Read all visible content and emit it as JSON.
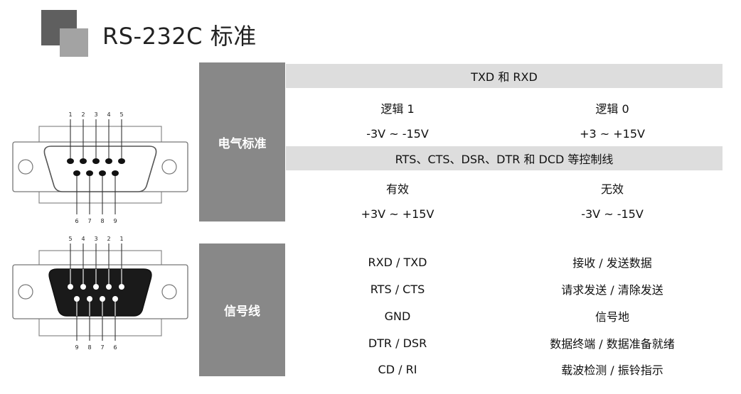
{
  "title": "RS-232C 标准",
  "connectors": {
    "male": {
      "top_pins": [
        "1",
        "2",
        "3",
        "4",
        "5"
      ],
      "bottom_pins": [
        "6",
        "7",
        "8",
        "9"
      ]
    },
    "female": {
      "top_pins": [
        "5",
        "4",
        "3",
        "2",
        "1"
      ],
      "bottom_pins": [
        "9",
        "8",
        "7",
        "6"
      ]
    }
  },
  "electrical": {
    "label": "电气标准",
    "group1": {
      "header": "TXD 和 RXD",
      "col1": {
        "state": "逻辑 1",
        "voltage": "-3V ~ -15V"
      },
      "col2": {
        "state": "逻辑 0",
        "voltage": "+3 ~ +15V"
      }
    },
    "group2": {
      "header": "RTS、CTS、DSR、DTR 和 DCD 等控制线",
      "col1": {
        "state": "有效",
        "voltage": "+3V ~ +15V"
      },
      "col2": {
        "state": "无效",
        "voltage": "-3V ~ -15V"
      }
    }
  },
  "signals": {
    "label": "信号线",
    "rows": [
      {
        "name": "RXD / TXD",
        "desc": "接收 / 发送数据"
      },
      {
        "name": "RTS / CTS",
        "desc": "请求发送 / 清除发送"
      },
      {
        "name": "GND",
        "desc": "信号地"
      },
      {
        "name": "DTR / DSR",
        "desc": "数据终端 / 数据准备就绪"
      },
      {
        "name": "CD / RI",
        "desc": "载波检测 / 振铃指示"
      }
    ]
  },
  "colors": {
    "block": "#888888",
    "band": "#dddddd",
    "logo_dark": "#5f5f5f",
    "logo_light": "#a3a3a3"
  }
}
